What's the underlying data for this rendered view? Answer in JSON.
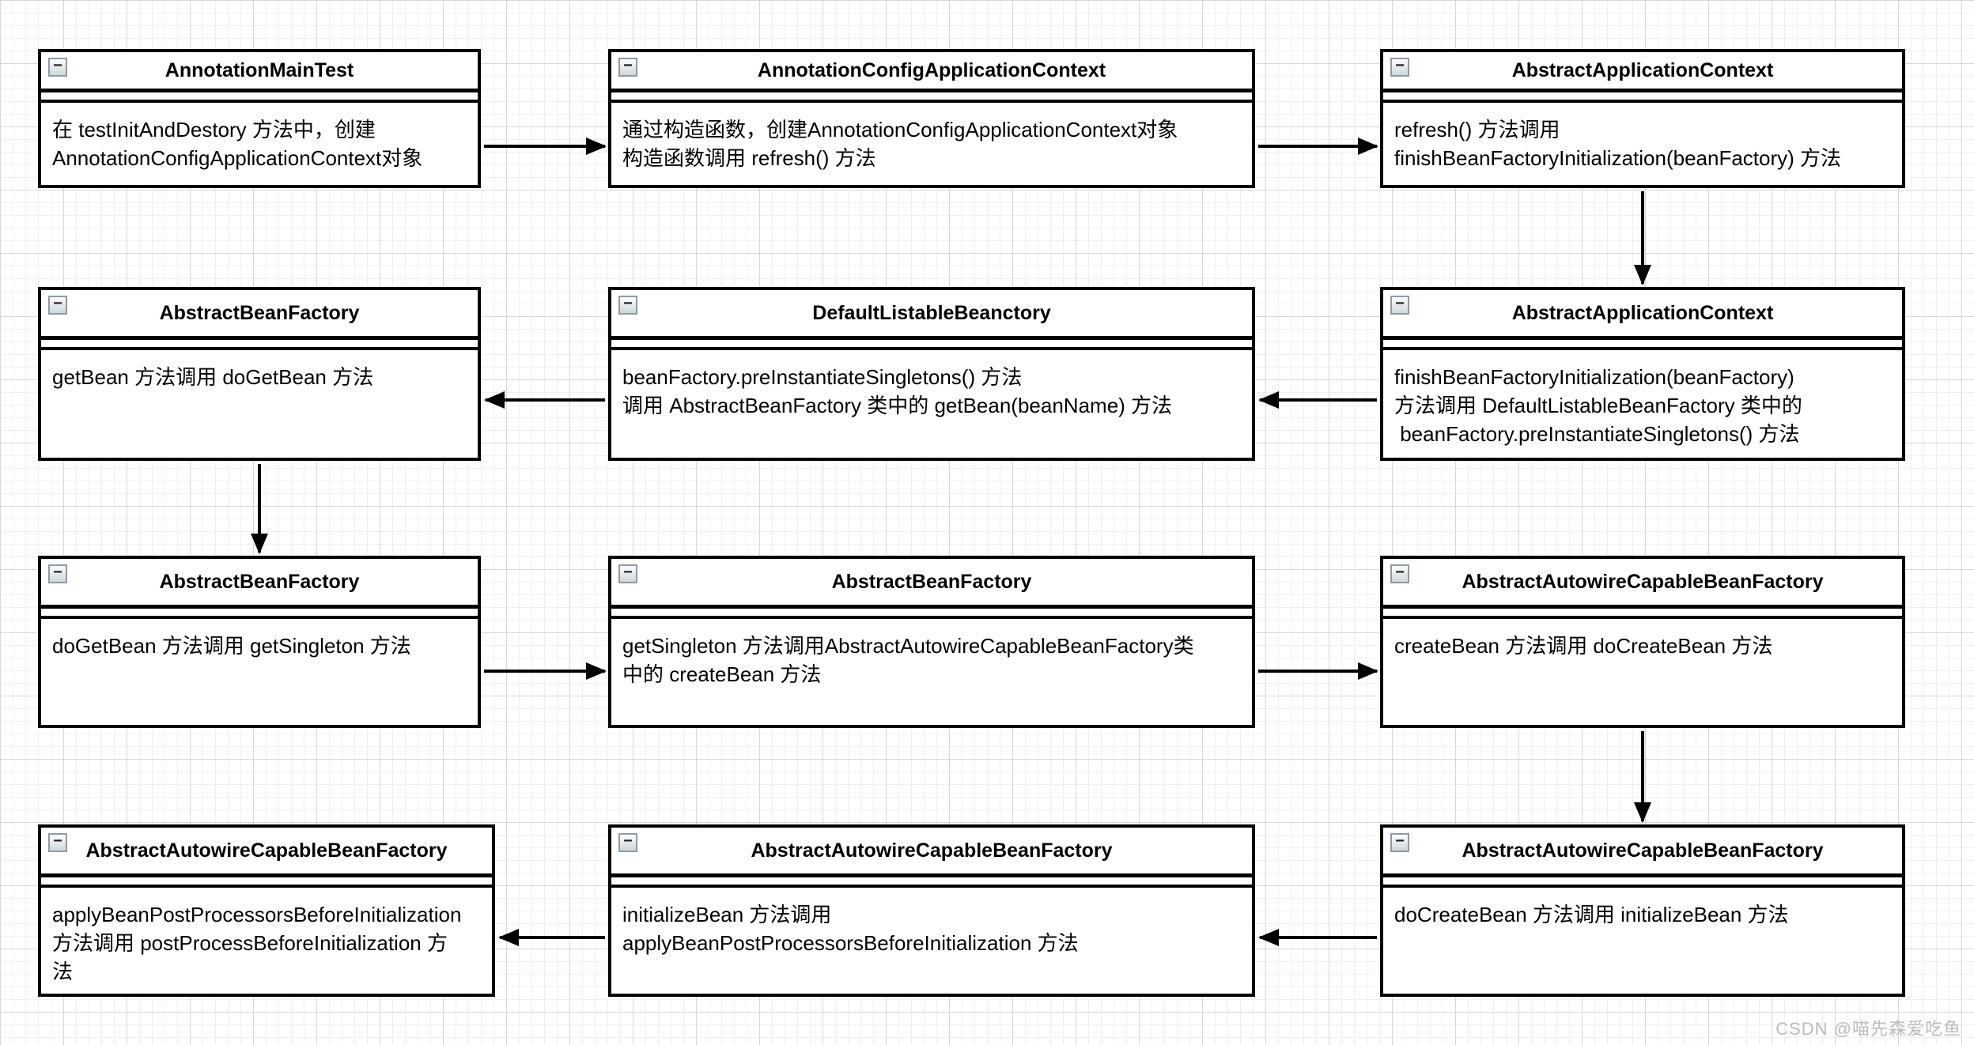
{
  "canvas": {
    "watermark": "CSDN @喵先森爱吃鱼"
  },
  "icons": {
    "collapse": "−"
  },
  "colors": {
    "node_border": "#000000",
    "node_fill": "#ffffff",
    "grid_minor": "#f0f0f0",
    "grid_major": "#d8d8d8",
    "arrow": "#000000",
    "watermark": "#bcbcbc"
  },
  "nodes": [
    {
      "id": "n1",
      "title": "AnnotationMainTest",
      "body": "在 testInitAndDestory 方法中，创建\nAnnotationConfigApplicationContext对象"
    },
    {
      "id": "n2",
      "title": "AnnotationConfigApplicationContext",
      "body": "通过构造函数，创建AnnotationConfigApplicationContext对象\n构造函数调用 refresh() 方法"
    },
    {
      "id": "n3",
      "title": "AbstractApplicationContext",
      "body": "refresh() 方法调用\nfinishBeanFactoryInitialization(beanFactory) 方法"
    },
    {
      "id": "n4",
      "title": "AbstractBeanFactory",
      "body": "getBean 方法调用 doGetBean 方法"
    },
    {
      "id": "n5",
      "title": "DefaultListableBeanctory",
      "body": "beanFactory.preInstantiateSingletons() 方法\n调用 AbstractBeanFactory 类中的 getBean(beanName) 方法"
    },
    {
      "id": "n6",
      "title": "AbstractApplicationContext",
      "body": "finishBeanFactoryInitialization(beanFactory)\n方法调用 DefaultListableBeanFactory 类中的\n beanFactory.preInstantiateSingletons() 方法"
    },
    {
      "id": "n7",
      "title": "AbstractBeanFactory",
      "body": "doGetBean 方法调用 getSingleton 方法"
    },
    {
      "id": "n8",
      "title": "AbstractBeanFactory",
      "body": "getSingleton 方法调用AbstractAutowireCapableBeanFactory类\n中的 createBean 方法"
    },
    {
      "id": "n9",
      "title": "AbstractAutowireCapableBeanFactory",
      "body": "createBean 方法调用 doCreateBean 方法"
    },
    {
      "id": "n10",
      "title": "AbstractAutowireCapableBeanFactory",
      "body": "applyBeanPostProcessorsBeforeInitialization\n方法调用 postProcessBeforeInitialization 方\n法"
    },
    {
      "id": "n11",
      "title": "AbstractAutowireCapableBeanFactory",
      "body": "initializeBean 方法调用\napplyBeanPostProcessorsBeforeInitialization 方法"
    },
    {
      "id": "n12",
      "title": "AbstractAutowireCapableBeanFactory",
      "body": "doCreateBean 方法调用 initializeBean 方法"
    }
  ],
  "edges": [
    {
      "from": "n1",
      "to": "n2"
    },
    {
      "from": "n2",
      "to": "n3"
    },
    {
      "from": "n3",
      "to": "n6"
    },
    {
      "from": "n6",
      "to": "n5"
    },
    {
      "from": "n5",
      "to": "n4"
    },
    {
      "from": "n4",
      "to": "n7"
    },
    {
      "from": "n7",
      "to": "n8"
    },
    {
      "from": "n8",
      "to": "n9"
    },
    {
      "from": "n9",
      "to": "n12"
    },
    {
      "from": "n12",
      "to": "n11"
    },
    {
      "from": "n11",
      "to": "n10"
    }
  ]
}
